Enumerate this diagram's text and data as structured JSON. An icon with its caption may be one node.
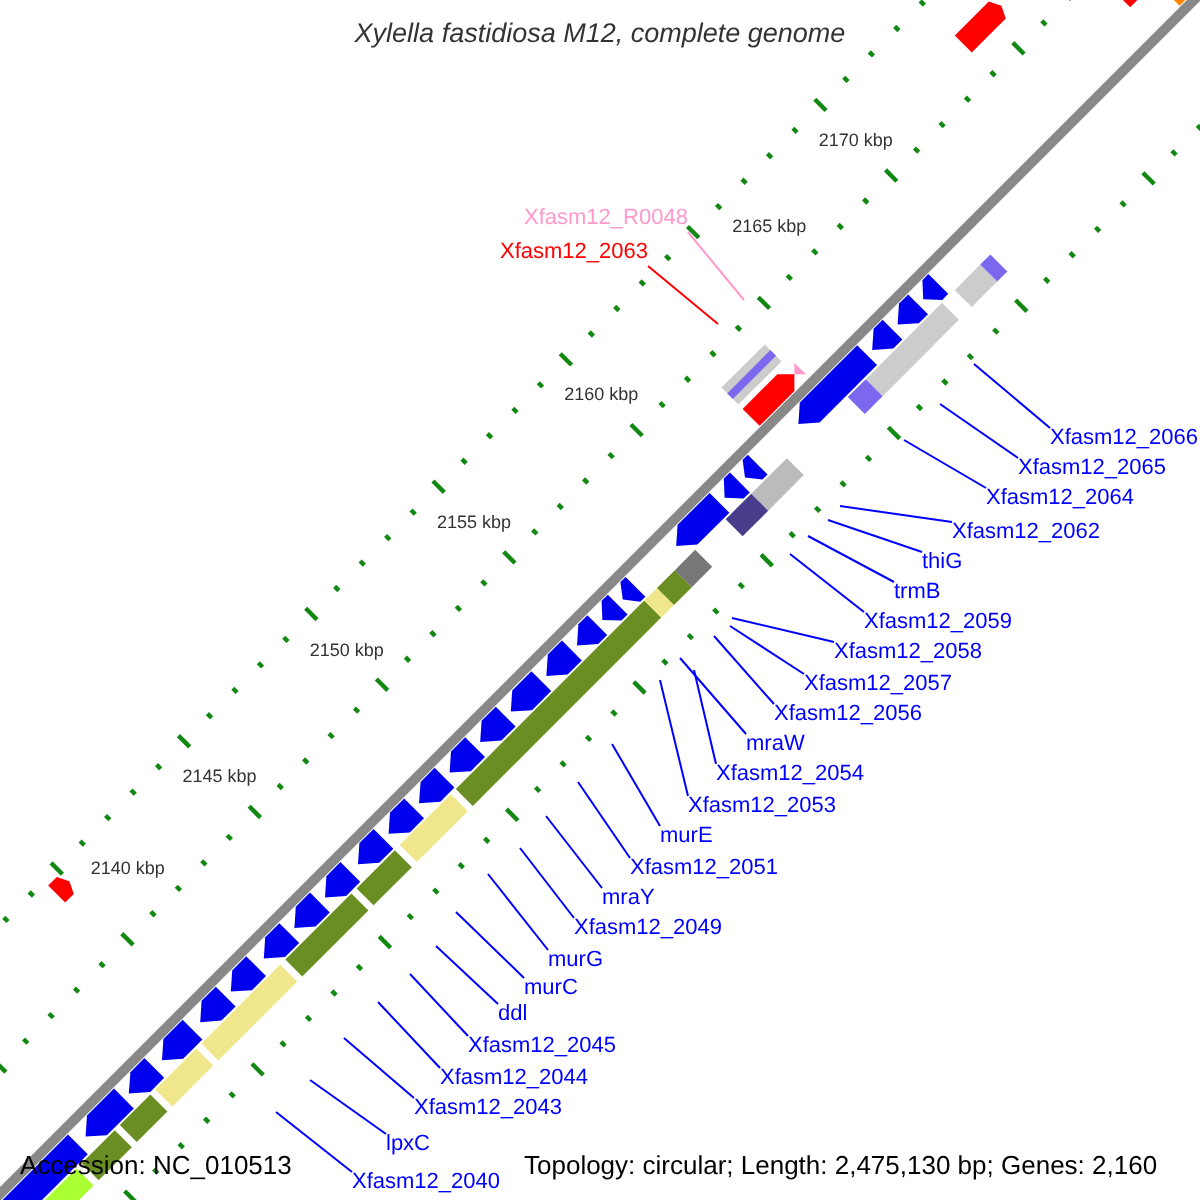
{
  "diagram": {
    "title": "Xylella fastidiosa M12, complete genome",
    "nodes": [
      {
        "text": [
          "Xfasm12_R0048"
        ]
      },
      {
        "text": [
          "Xfasm12_2063"
        ]
      },
      {
        "text": [
          "Xfasm12_2066"
        ]
      },
      {
        "text": [
          "Xfasm12_2065"
        ]
      },
      {
        "text": [
          "Xfasm12_2064"
        ]
      },
      {
        "text": [
          "Xfasm12_2062"
        ]
      },
      {
        "text": [
          "thiG"
        ]
      },
      {
        "text": [
          "trmB"
        ]
      },
      {
        "text": [
          "Xfasm12_2059"
        ]
      },
      {
        "text": [
          "Xfasm12_2058"
        ]
      },
      {
        "text": [
          "Xfasm12_2057"
        ]
      },
      {
        "text": [
          "Xfasm12_2056"
        ]
      },
      {
        "text": [
          "mraW"
        ]
      },
      {
        "text": [
          "Xfasm12_2054"
        ]
      },
      {
        "text": [
          "Xfasm12_2053"
        ]
      },
      {
        "text": [
          "murE"
        ]
      },
      {
        "text": [
          "Xfasm12_2051"
        ]
      },
      {
        "text": [
          "mraY"
        ]
      },
      {
        "text": [
          "Xfasm12_2049"
        ]
      },
      {
        "text": [
          "murG"
        ]
      },
      {
        "text": [
          "murC"
        ]
      },
      {
        "text": [
          "ddl"
        ]
      },
      {
        "text": [
          "Xfasm12_2045"
        ]
      },
      {
        "text": [
          "Xfasm12_2044"
        ]
      },
      {
        "text": [
          "Xfasm12_2043"
        ]
      },
      {
        "text": [
          "lpxC"
        ]
      },
      {
        "text": [
          "Xfasm12_2040"
        ]
      }
    ],
    "edges": [
      {
        "from": 0,
        "to": null,
        "arrow": "none",
        "color": "#ff99cc"
      },
      {
        "from": 1,
        "to": null,
        "arrow": "none",
        "color": "#ff0000"
      },
      {
        "from": 2,
        "to": null,
        "arrow": "none"
      },
      {
        "from": 3,
        "to": null,
        "arrow": "none"
      },
      {
        "from": 4,
        "to": null,
        "arrow": "none"
      },
      {
        "from": 5,
        "to": null,
        "arrow": "none"
      },
      {
        "from": 6,
        "to": null,
        "arrow": "none"
      },
      {
        "from": 7,
        "to": null,
        "arrow": "none"
      },
      {
        "from": 8,
        "to": null,
        "arrow": "none"
      },
      {
        "from": 9,
        "to": null,
        "arrow": "none"
      },
      {
        "from": 10,
        "to": null,
        "arrow": "none"
      },
      {
        "from": 11,
        "to": null,
        "arrow": "none"
      },
      {
        "from": 12,
        "to": null,
        "arrow": "none"
      },
      {
        "from": 13,
        "to": null,
        "arrow": "none"
      },
      {
        "from": 14,
        "to": null,
        "arrow": "none"
      },
      {
        "from": 15,
        "to": null,
        "arrow": "none"
      },
      {
        "from": 16,
        "to": null,
        "arrow": "none"
      },
      {
        "from": 17,
        "to": null,
        "arrow": "none"
      },
      {
        "from": 18,
        "to": null,
        "arrow": "none"
      },
      {
        "from": 19,
        "to": null,
        "arrow": "none"
      },
      {
        "from": 20,
        "to": null,
        "arrow": "none"
      },
      {
        "from": 21,
        "to": null,
        "arrow": "none"
      },
      {
        "from": 22,
        "to": null,
        "arrow": "none"
      },
      {
        "from": 23,
        "to": null,
        "arrow": "none"
      },
      {
        "from": 24,
        "to": null,
        "arrow": "none"
      },
      {
        "from": 25,
        "to": null,
        "arrow": "none"
      },
      {
        "from": 26,
        "to": null,
        "arrow": "none"
      }
    ],
    "labels": [
      "2170 kbp",
      "2165 kbp",
      "2160 kbp",
      "2155 kbp",
      "2150 kbp",
      "2145 kbp",
      "2140 kbp",
      "Accession: NC_010513",
      "Topology: circular; Length: 2,475,130 bp; Genes: 2,160"
    ]
  }
}
